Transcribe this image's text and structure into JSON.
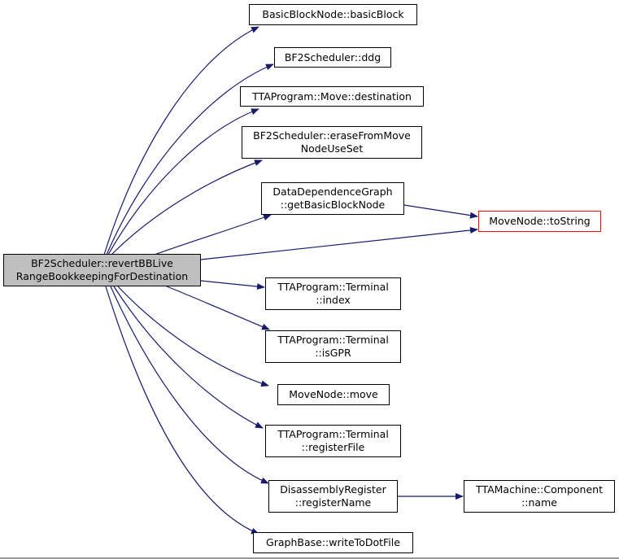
{
  "colors": {
    "edge": "#191970",
    "root_fill": "#bfbfbf",
    "highlight_border": "#ff0000",
    "node_border": "#000000"
  },
  "root": {
    "lines": [
      "BF2Scheduler::revertBBLive",
      "RangeBookkeepingForDestination"
    ]
  },
  "nodes": [
    {
      "lines": [
        "BasicBlockNode::basicBlock"
      ]
    },
    {
      "lines": [
        "BF2Scheduler::ddg"
      ]
    },
    {
      "lines": [
        "TTAProgram::Move::destination"
      ]
    },
    {
      "lines": [
        "BF2Scheduler::eraseFromMove",
        "NodeUseSet"
      ]
    },
    {
      "lines": [
        "DataDependenceGraph",
        "::getBasicBlockNode"
      ]
    },
    {
      "lines": [
        "MoveNode::toString"
      ]
    },
    {
      "lines": [
        "TTAProgram::Terminal",
        "::index"
      ]
    },
    {
      "lines": [
        "TTAProgram::Terminal",
        "::isGPR"
      ]
    },
    {
      "lines": [
        "MoveNode::move"
      ]
    },
    {
      "lines": [
        "TTAProgram::Terminal",
        "::registerFile"
      ]
    },
    {
      "lines": [
        "DisassemblyRegister",
        "::registerName"
      ]
    },
    {
      "lines": [
        "TTAMachine::Component",
        "::name"
      ]
    },
    {
      "lines": [
        "GraphBase::writeToDotFile"
      ]
    }
  ]
}
